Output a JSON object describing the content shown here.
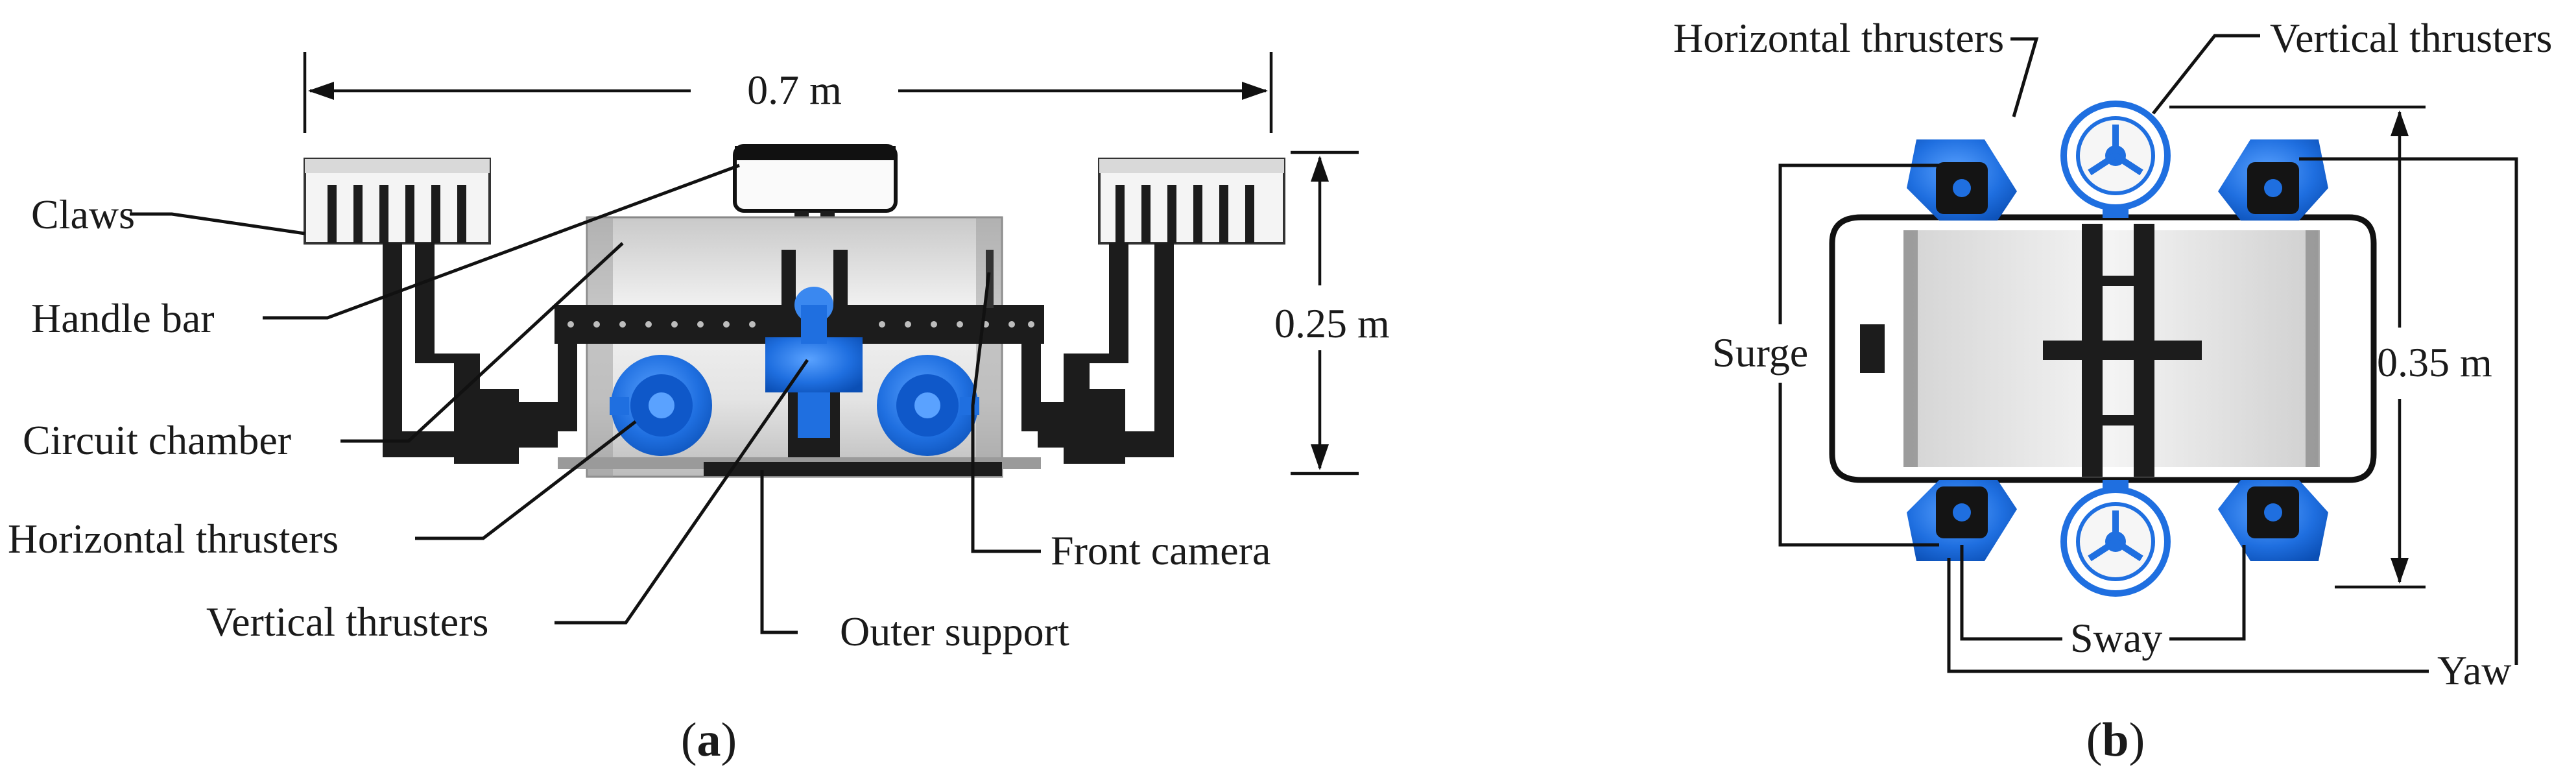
{
  "panel_a": {
    "caption_open": "(",
    "caption_letter": "a",
    "caption_close": ")",
    "labels": {
      "claws": "Claws",
      "handle_bar": "Handle bar",
      "circuit_chamber": "Circuit chamber",
      "horizontal_thrusters": "Horizontal thrusters",
      "vertical_thrusters": "Vertical thrusters",
      "outer_support": "Outer support",
      "front_camera": "Front camera"
    },
    "dimensions": {
      "width": "0.7 m",
      "height": "0.25 m"
    }
  },
  "panel_b": {
    "caption_open": "(",
    "caption_letter": "b",
    "caption_close": ")",
    "labels": {
      "horizontal_thrusters": "Horizontal thrusters",
      "vertical_thrusters": "Vertical thrusters",
      "surge": "Surge",
      "sway": "Sway",
      "yaw": "Yaw"
    },
    "dimensions": {
      "height": "0.35 m"
    }
  },
  "colors": {
    "frame": "#1c1c1c",
    "thruster_blue": "#1f6fe0",
    "chamber_grey": "#e6e6e6"
  }
}
